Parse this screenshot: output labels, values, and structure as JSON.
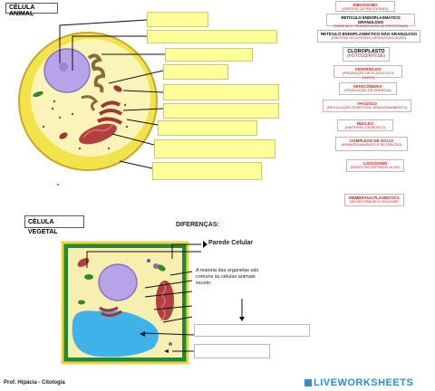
{
  "animal_title": "CÉLULA ANIMAL",
  "vegetal_title": "CÉLULA VEGETAL",
  "diferencas": "DIFERENÇAS:",
  "parede_celular": "Parede Celular",
  "note": "A maioria das organelas são comuns às células animais exceto:",
  "footer": "Prof. Hipácia - Citologia",
  "brand": "LIVEWORKSHEETS",
  "labels": [
    {
      "title": "RIBOSSOMO",
      "sub": "(SÍNTESE DE PROTEÍNAS)"
    },
    {
      "title": "RETÍCULO ENDOPLASMÁTICO GRANULOSO",
      "sub": "(SÍNTESE E TRANSPORTE DE PROTEÍNAS)"
    },
    {
      "title": "RETÍCULO ENDOPLASMÁTICO NÃO GRANULOSO",
      "sub": "(SÍNTESE DE LIPÍDIOS, DESINTOXICAÇÃO)"
    },
    {
      "title": "CLOROPLASTO",
      "sub": "(FOTOSSÍNTESE)"
    },
    {
      "title": "CENTRÍOLOS",
      "sub": "(PRODUÇÃO DE FLAGELOS E CÍLIOS)"
    },
    {
      "title": "MITOCÔNDRIA",
      "sub": "(PRODUÇÃO DE ENERGIA)"
    },
    {
      "title": "VACÚOLO",
      "sub": "(REGULAÇÃO OSMÓTICA, ARMAZENAMENTO)"
    },
    {
      "title": "NÚCLEO",
      "sub": "(MATERIAL GENÉTICO)"
    },
    {
      "title": "COMPLEXO DE GOLGI",
      "sub": "(ARMAZENAMENTO E SECREÇÃO)"
    },
    {
      "title": "LISOSSOMO",
      "sub": "(DIGESTÃO INTRACELULAR)"
    },
    {
      "title": "MEMBRANA PLASMÁTICA",
      "sub": "(REVESTIMENTO CELULAR)"
    }
  ]
}
